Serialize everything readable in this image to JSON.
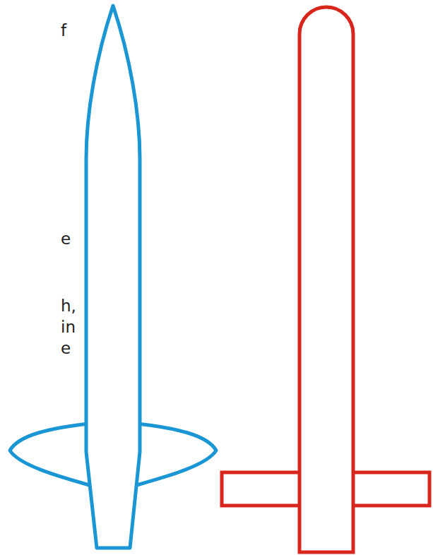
{
  "diagram": {
    "labels": [
      "f",
      "e",
      "h,",
      "in",
      "e"
    ]
  }
}
